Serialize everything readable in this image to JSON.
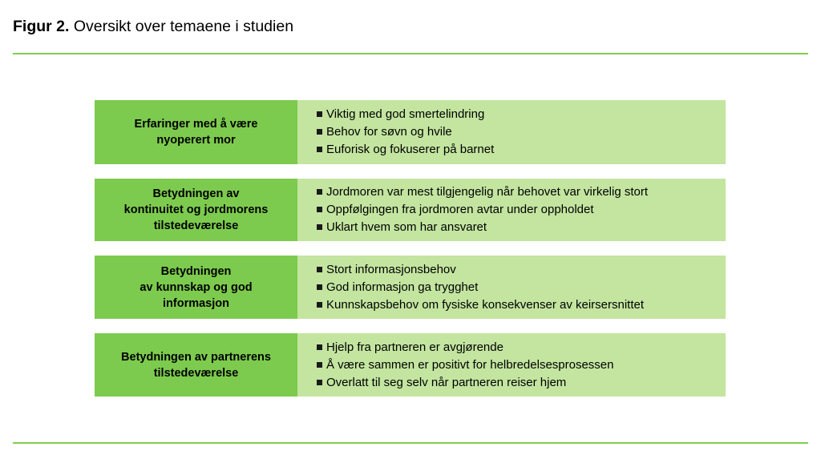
{
  "figure": {
    "label": "Figur 2.",
    "caption": "Oversikt over temaene i studien",
    "accent_color": "#80ce50",
    "label_box_color": "#7dcb4e",
    "findings_box_color": "#c3e5a0"
  },
  "rows": [
    {
      "theme_lines": [
        "Erfaringer med å være",
        "nyoperert mor"
      ],
      "findings": [
        "Viktig med god smertelindring",
        "Behov for søvn og hvile",
        "Euforisk og fokuserer på barnet"
      ]
    },
    {
      "theme_lines": [
        "Betydningen av",
        "kontinuitet og jordmorens",
        "tilstedeværelse"
      ],
      "findings": [
        "Jordmoren var mest tilgjengelig når behovet var virkelig stort",
        "Oppfølgingen fra jordmoren avtar under oppholdet",
        "Uklart hvem som har ansvaret"
      ]
    },
    {
      "theme_lines": [
        "Betydningen",
        "av kunnskap og god",
        "informasjon"
      ],
      "findings": [
        "Stort informasjonsbehov",
        "God informasjon ga trygghet",
        "Kunnskapsbehov om fysiske konsekvenser av keirsersnittet"
      ]
    },
    {
      "theme_lines": [
        "Betydningen av partnerens",
        "tilstedeværelse"
      ],
      "findings": [
        "Hjelp fra partneren er avgjørende",
        "Å være sammen er positivt for helbredelsesprosessen",
        "Overlatt til seg selv når partneren reiser hjem"
      ]
    }
  ]
}
